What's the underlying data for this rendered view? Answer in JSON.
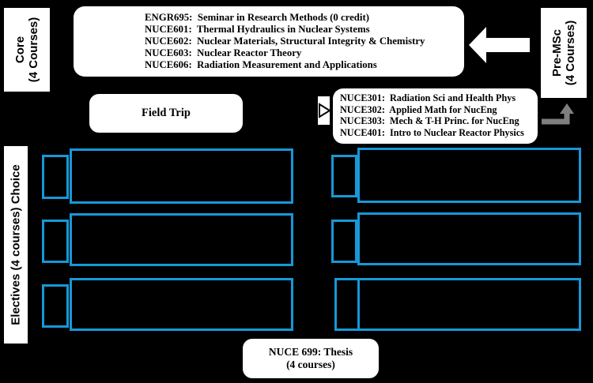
{
  "colors": {
    "background": "#000000",
    "accent_blue": "#1798d8",
    "arrow_gray": "#7f7f7f",
    "box_white": "#ffffff",
    "text_black": "#000000"
  },
  "core_label": {
    "line1": "Core",
    "line2": "(4 Courses)"
  },
  "core_box": {
    "courses": [
      "ENGR695:  Seminar in Research Methods (0 credit)",
      "NUCE601:  Thermal Hydraulics in Nuclear Systems",
      "NUCE602:  Nuclear Materials, Structural Integrity & Chemistry",
      "NUCE603:  Nuclear Reactor Theory",
      "NUCE606:  Radiation Measurement and Applications"
    ]
  },
  "premsc_label": {
    "line1": "Pre-MSc",
    "line2": "(4 Courses)"
  },
  "field_trip": {
    "label": "Field Trip"
  },
  "premsc_box": {
    "courses": [
      "NUCE301:  Radiation Sci and Health Phys",
      "NUCE302:  Applied Math for NucEng",
      "NUCE303:  Mech & T-H Princ. for NucEng",
      "NUCE401:  Intro to Nuclear Reactor Physics"
    ]
  },
  "electives_label": {
    "text": "Electives (4 courses) Choice"
  },
  "thesis_box": {
    "line1": "NUCE 699: Thesis",
    "line2": "(4 courses)"
  },
  "icons": {
    "left_block_arrow": "left-block-arrow",
    "elbow_up_arrow": "elbow-up-arrow",
    "right_triangle_flag": "right-triangle-flag"
  }
}
